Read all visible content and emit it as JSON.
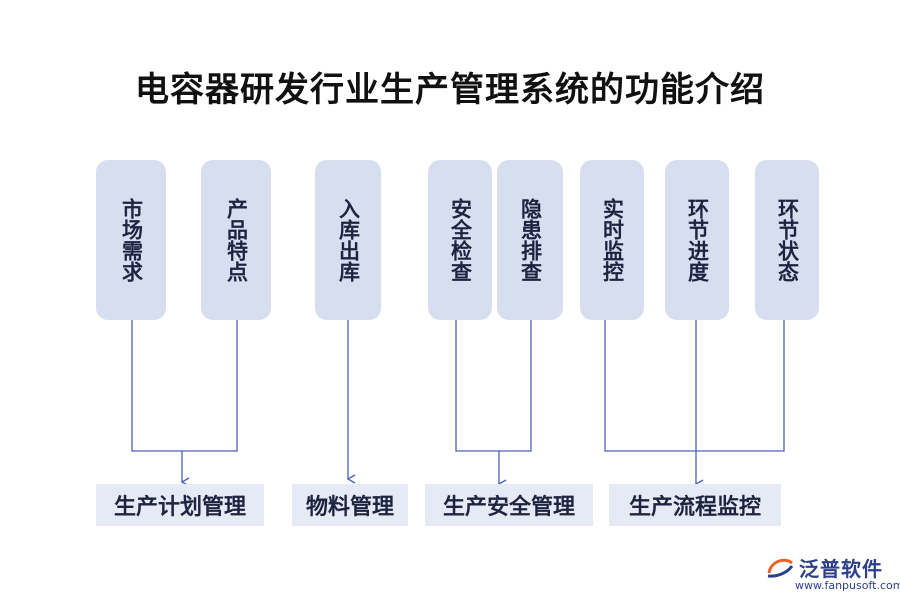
{
  "title": "电容器研发行业生产管理系统的功能介绍",
  "features": [
    "市场需求",
    "产品特点",
    "入库出库",
    "安全检查",
    "隐患排查",
    "实时监控",
    "环节进度",
    "环节状态"
  ],
  "categories": [
    "生产计划管理",
    "物料管理",
    "生产安全管理",
    "生产流程监控"
  ],
  "colors": {
    "box": "#d7deef",
    "category_box": "#e6eaf4",
    "line": "#4a63b8",
    "text": "#1e2340"
  },
  "logo": {
    "name": "泛普软件",
    "url": "www.fanpusoft.com"
  }
}
